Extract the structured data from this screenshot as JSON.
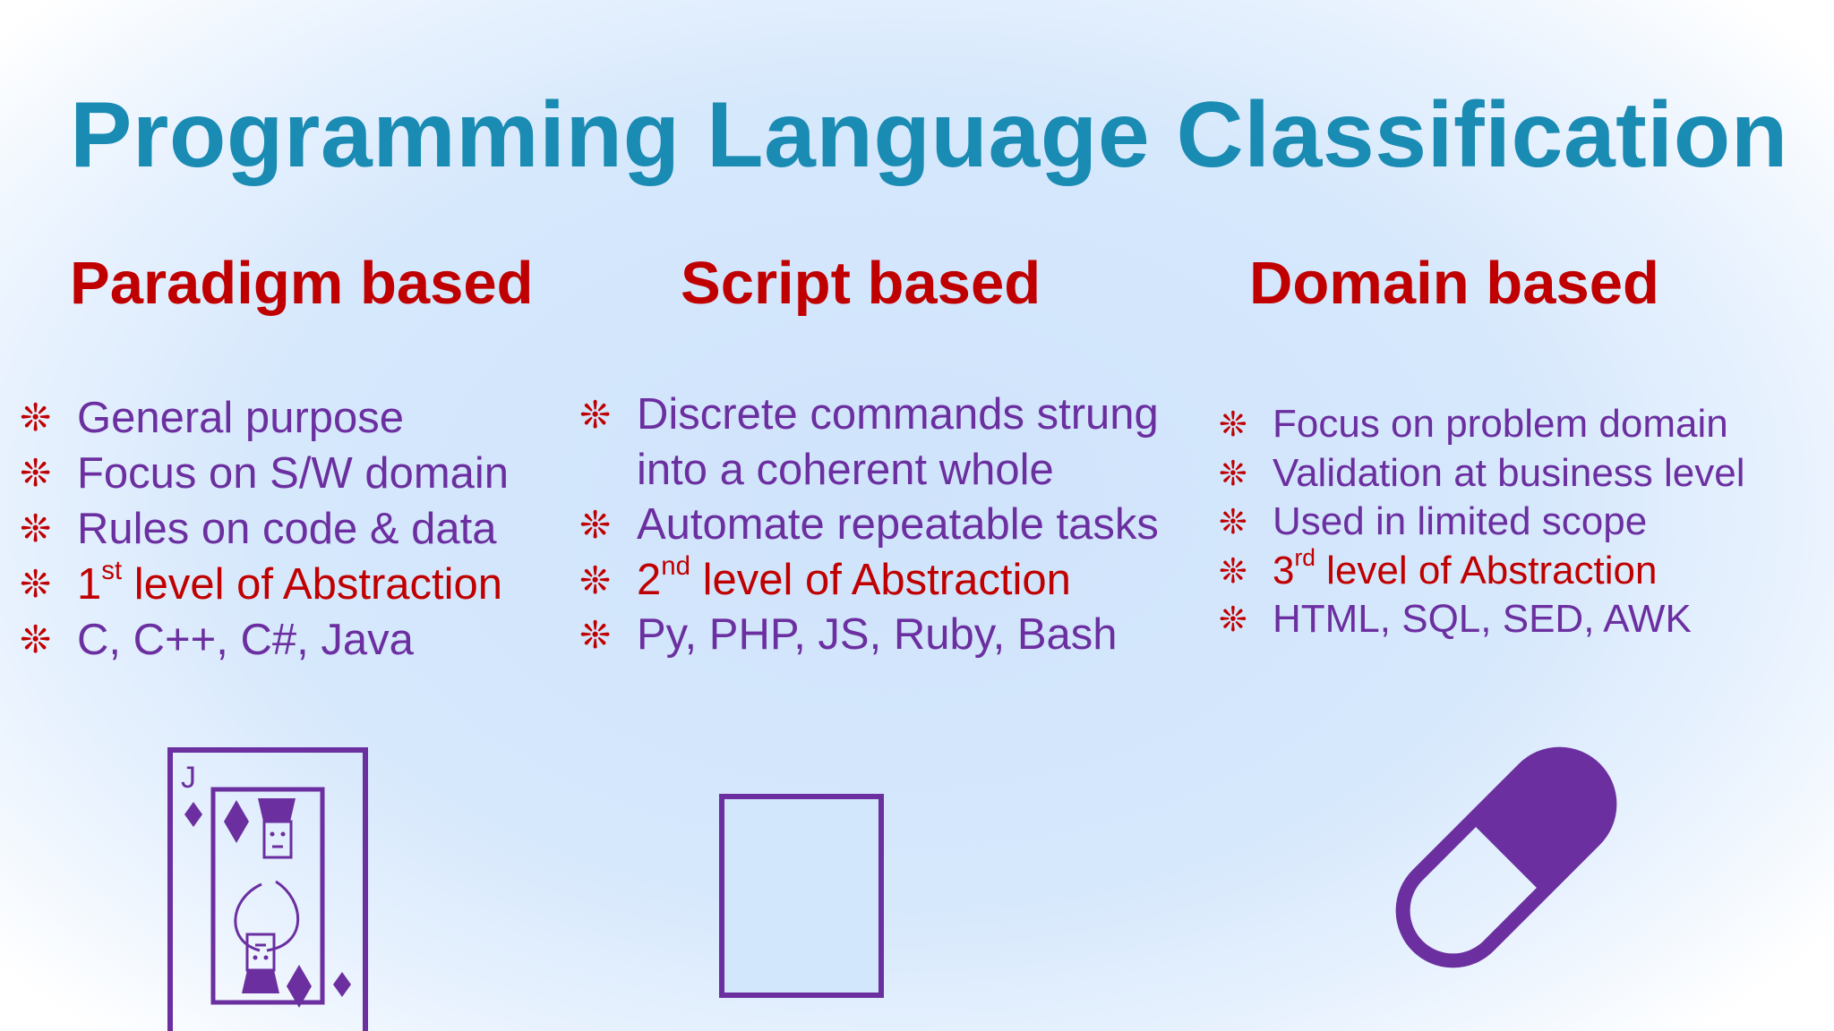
{
  "title": "Programming Language Classification",
  "colors": {
    "title": "#1a8bb3",
    "heading": "#c00000",
    "body_text": "#6b2fa0",
    "highlight": "#c00000",
    "bullet": "#c00000"
  },
  "bullet_glyph": "❊",
  "columns": [
    {
      "heading": "Paradigm based",
      "items": [
        {
          "text": "General purpose"
        },
        {
          "text": "Focus on S/W domain"
        },
        {
          "text": "Rules on code & data"
        },
        {
          "pre": "1",
          "sup": "st",
          "post": " level of Abstraction"
        },
        {
          "text": "C, C++, C#, Java"
        }
      ],
      "illustration": {
        "icon": "playing-card-jack-of-diamonds-icon",
        "corner_rank": "J"
      }
    },
    {
      "heading": "Script based",
      "items": [
        {
          "text": "Discrete commands strung"
        },
        {
          "text": "into a coherent whole"
        },
        {
          "text": "Automate repeatable tasks"
        },
        {
          "pre": "2",
          "sup": "nd",
          "post": " level of Abstraction"
        },
        {
          "text": "Py, PHP, JS, Ruby, Bash"
        }
      ],
      "illustration": {
        "icon": "script-page-icon"
      }
    },
    {
      "heading": "Domain based",
      "items": [
        {
          "text": "Focus on problem domain"
        },
        {
          "text": "Validation at business level"
        },
        {
          "text": "Used in limited scope"
        },
        {
          "pre": "3",
          "sup": "rd",
          "post": " level of Abstraction"
        },
        {
          "text": "HTML, SQL, SED, AWK"
        }
      ],
      "illustration": {
        "icon": "capsule-pill-icon"
      }
    }
  ]
}
